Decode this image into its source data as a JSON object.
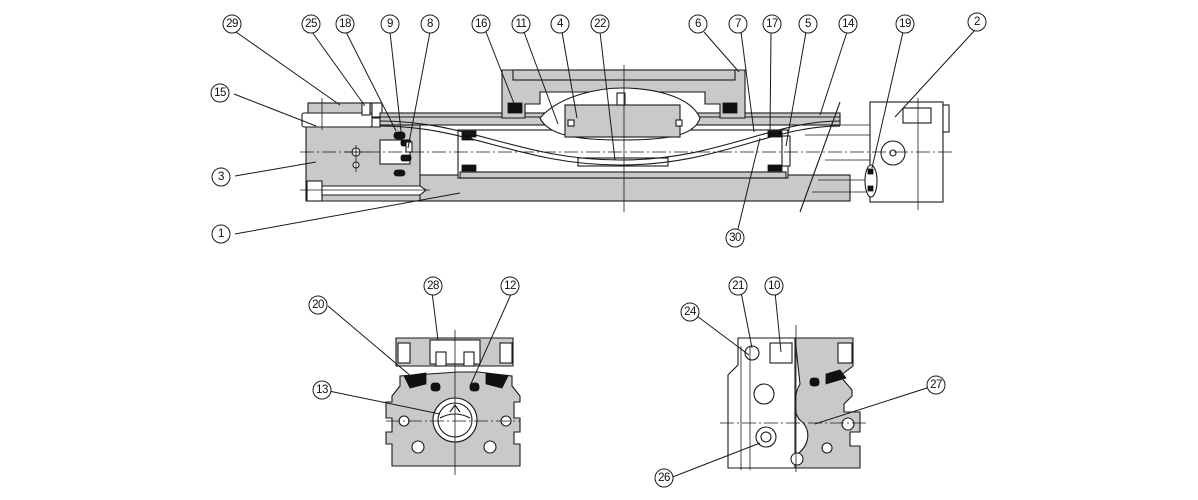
{
  "diagram": {
    "title": "Mechanical cylinder cross-section with numbered component callouts",
    "views": [
      {
        "id": "side-section",
        "callouts": [
          "29",
          "25",
          "18",
          "9",
          "8",
          "15",
          "3",
          "1",
          "16",
          "11",
          "4",
          "22",
          "6",
          "7",
          "17",
          "5",
          "14",
          "19",
          "2",
          "30"
        ]
      },
      {
        "id": "end-section-left",
        "callouts": [
          "28",
          "12",
          "20",
          "13"
        ]
      },
      {
        "id": "end-section-right",
        "callouts": [
          "21",
          "10",
          "24",
          "27",
          "26"
        ]
      }
    ],
    "callouts": {
      "c1": "1",
      "c2": "2",
      "c3": "3",
      "c4": "4",
      "c5": "5",
      "c6": "6",
      "c7": "7",
      "c8": "8",
      "c9": "9",
      "c10": "10",
      "c11": "11",
      "c12": "12",
      "c13": "13",
      "c14": "14",
      "c15": "15",
      "c16": "16",
      "c17": "17",
      "c18": "18",
      "c19": "19",
      "c20": "20",
      "c21": "21",
      "c22": "22",
      "c24": "24",
      "c25": "25",
      "c26": "26",
      "c27": "27",
      "c28": "28",
      "c29": "29",
      "c30": "30"
    },
    "colors": {
      "section_fill": "#c9c9c9",
      "line": "#1a1a1a",
      "seal": "#111111",
      "background": "#ffffff"
    }
  }
}
